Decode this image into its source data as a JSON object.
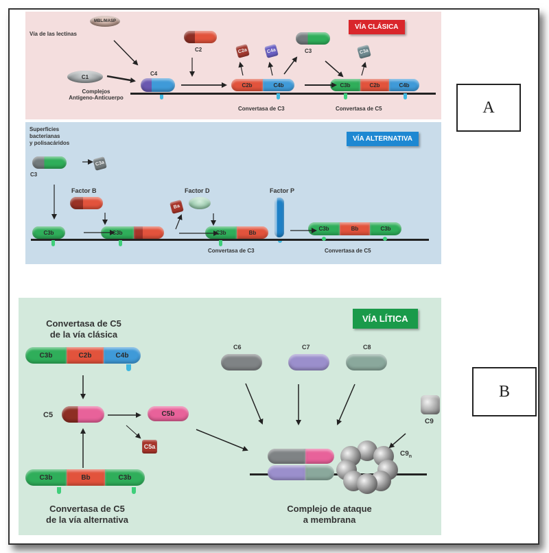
{
  "panels": {
    "classic": {
      "badge": "VÍA CLÁSICA",
      "badge_color": "#d9262b",
      "background": "#f4dede",
      "lectin_pathway_label": "Vía de las lectinas",
      "mbl_masp": "MBL/MASP",
      "c1": "C1",
      "immune_complex_label_line1": "Complejos",
      "immune_complex_label_line2": "Antígeno-Anticuerpo",
      "c4": "C4",
      "c2": "C2",
      "c3": "C3",
      "fragments": [
        "C2a",
        "C4a",
        "C3a"
      ],
      "c3_convertase": {
        "segments": [
          "C2b",
          "C4b"
        ],
        "label": "Convertasa de C3"
      },
      "c5_convertase": {
        "segments": [
          "C3b",
          "C2b",
          "C4b"
        ],
        "label": "Convertasa de C5"
      }
    },
    "alternative": {
      "badge": "VÍA ALTERNATIVA",
      "badge_color": "#1e88d2",
      "background": "#c9dcea",
      "surfaces_line1": "Superficies",
      "surfaces_line2": "bacterianas",
      "surfaces_line3": "y polisacáridos",
      "c3": "C3",
      "c3a_fragment": "C3a",
      "factor_b": "Factor B",
      "factor_d": "Factor D",
      "factor_p": "Factor P",
      "ba_fragment": "Ba",
      "c3b": "C3b",
      "c3_convertase": {
        "segments": [
          "C3b",
          "Bb"
        ],
        "label": "Convertasa de C3"
      },
      "c5_convertase": {
        "segments": [
          "C3b",
          "Bb",
          "C3b"
        ],
        "label": "Convertasa de C5"
      }
    },
    "lytic": {
      "badge": "VÍA LÍTICA",
      "badge_color": "#1a9a4a",
      "background": "#d3e9dc",
      "classic_c5_title_line1": "Convertasa de C5",
      "classic_c5_title_line2": "de la vía clásica",
      "classic_c5_segments": [
        "C3b",
        "C2b",
        "C4b"
      ],
      "alt_c5_title_line1": "Convertasa de C5",
      "alt_c5_title_line2": "de la vía alternativa",
      "alt_c5_segments": [
        "C3b",
        "Bb",
        "C3b"
      ],
      "c5": "C5",
      "c5b": "C5b",
      "c5a": "C5a",
      "c6": "C6",
      "c7": "C7",
      "c8": "C8",
      "c9": "C9",
      "c9n": "C9",
      "c9n_sub": "n",
      "mac_label_line1": "Complejo de ataque",
      "mac_label_line2": "a membrana"
    }
  },
  "section_labels": {
    "a": "A",
    "b": "B"
  },
  "colors": {
    "green": "#2fae5a",
    "red": "#e2533c",
    "blue": "#3f9ad8",
    "gray": "#7f8385",
    "purple": "#9b8fcc",
    "teal_gray": "#8aa89c",
    "pink": "#e8629a",
    "dark_red": "#8e2e24"
  }
}
